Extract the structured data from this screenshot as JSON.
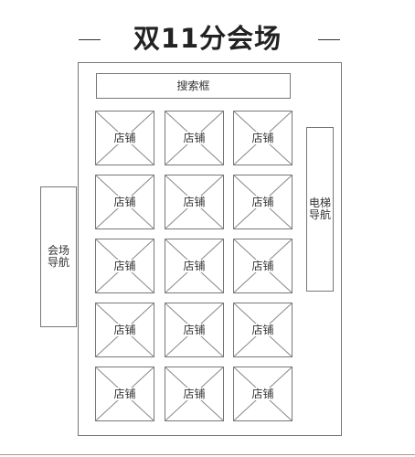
{
  "title": "双11分会场",
  "search": {
    "label": "搜索框"
  },
  "stores": [
    "店铺",
    "店铺",
    "店铺",
    "店铺",
    "店铺",
    "店铺",
    "店铺",
    "店铺",
    "店铺",
    "店铺",
    "店铺",
    "店铺",
    "店铺",
    "店铺",
    "店铺"
  ],
  "left_nav": {
    "line1": "会场",
    "line2": "导航"
  },
  "elevator": {
    "line1": "电梯",
    "line2": "导航"
  }
}
